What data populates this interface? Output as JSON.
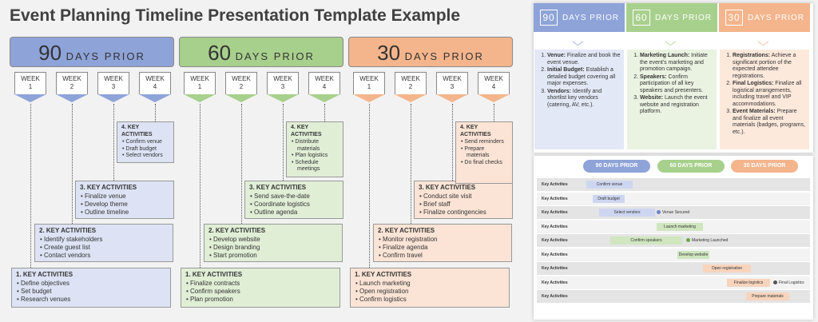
{
  "title": "Event Planning Timeline Presentation Template Example",
  "phases": [
    {
      "num": "90",
      "label": "DAYS PRIOR",
      "color": "#8ea3d8"
    },
    {
      "num": "60",
      "label": "DAYS PRIOR",
      "color": "#a8d08d"
    },
    {
      "num": "30",
      "label": "DAYS PRIOR",
      "color": "#f4b58c"
    }
  ],
  "week_word": "WEEK",
  "cards": {
    "p90": [
      {
        "title": "1. KEY ACTIVITIES",
        "items": [
          "Define objectives",
          "Set budget",
          "Research venues"
        ]
      },
      {
        "title": "2. KEY ACTIVITIES",
        "items": [
          "Identify stakeholders",
          "Create guest list",
          "Contact vendors"
        ]
      },
      {
        "title": "3. KEY ACTIVITIES",
        "items": [
          "Finalize venue",
          "Develop theme",
          "Outline timeline"
        ]
      },
      {
        "title": "4. KEY ACTIVITIES",
        "items": [
          "Confirm venue",
          "Draft budget",
          "Select vendors"
        ]
      }
    ],
    "p60": [
      {
        "title": "1. KEY ACTIVITIES",
        "items": [
          "Finalize contracts",
          "Confirm speakers",
          "Plan promotion"
        ]
      },
      {
        "title": "2. KEY ACTIVITIES",
        "items": [
          "Develop website",
          "Design branding",
          "Start promotion"
        ]
      },
      {
        "title": "3. KEY ACTIVITIES",
        "items": [
          "Send save-the-date",
          "Coordinate logistics",
          "Outline agenda"
        ]
      },
      {
        "title": "4. KEY ACTIVITIES",
        "items": [
          "Distribute materials",
          "Plan logistics",
          "Schedule meetings"
        ]
      }
    ],
    "p30": [
      {
        "title": "1. KEY ACTIVITIES",
        "items": [
          "Launch marketing",
          "Open registration",
          "Confirm logistics"
        ]
      },
      {
        "title": "2. KEY ACTIVITIES",
        "items": [
          "Monitor registration",
          "Finalize agenda",
          "Confirm travel"
        ]
      },
      {
        "title": "3. KEY ACTIVITIES",
        "items": [
          "Conduct site visit",
          "Brief staff",
          "Finalize contingencies"
        ]
      },
      {
        "title": "4. KEY ACTIVITIES",
        "items": [
          "Send reminders",
          "Prepare materials",
          "Do final checks"
        ]
      }
    ]
  },
  "right_top": {
    "headers": [
      {
        "num": "90",
        "label": "DAYS PRIOR",
        "color": "#8ea3d8"
      },
      {
        "num": "60",
        "label": "DAYS PRIOR",
        "color": "#a8d08d"
      },
      {
        "num": "30",
        "label": "DAYS PRIOR",
        "color": "#f4b58c"
      }
    ],
    "cols": [
      [
        {
          "b": "Venue:",
          "t": " Finalize and book the event venue."
        },
        {
          "b": "Initial Budget:",
          "t": " Establish a detailed budget covering all major expenses."
        },
        {
          "b": "Vendors:",
          "t": " Identify and shortlist key vendors (catering, AV, etc.)."
        }
      ],
      [
        {
          "b": "Marketing Launch:",
          "t": " Initiate the event's marketing and promotion campaign."
        },
        {
          "b": "Speakers:",
          "t": " Confirm participation of all key speakers and presenters."
        },
        {
          "b": "Website:",
          "t": " Launch the event website and registration platform."
        }
      ],
      [
        {
          "b": "Registrations:",
          "t": " Achieve a significant portion of the expected attendee registrations."
        },
        {
          "b": "Final Logistics:",
          "t": " Finalize all logistical arrangements, including travel and VIP accommodations."
        },
        {
          "b": "Event Materials:",
          "t": " Prepare and finalize all event materials (badges, programs, etc.)."
        }
      ]
    ]
  },
  "right_bottom": {
    "headers": [
      "90 DAYS PRIOR",
      "60 DAYS PRIOR",
      "30 DAYS PRIOR"
    ],
    "row_label": "Key Activities",
    "bars": [
      {
        "text": "Confirm venue",
        "color": "#cdd6f0"
      },
      {
        "text": "Draft budget",
        "color": "#cdd6f0"
      },
      {
        "text": "Select vendors",
        "color": "#cdd6f0",
        "marker": "Venue Secured",
        "mcolor": "#6c83c7"
      },
      {
        "text": "Launch marketing",
        "color": "#cfe6c0"
      },
      {
        "text": "Confirm speakers",
        "color": "#cfe6c0",
        "marker": "Marketing Launched",
        "mcolor": "#6aaa4a"
      },
      {
        "text": "Develop website",
        "color": "#cfe6c0"
      },
      {
        "text": "Open registration",
        "color": "#f8d4bd"
      },
      {
        "text": "Finalize logistics",
        "color": "#f8d4bd",
        "marker": "Final Logistics",
        "mcolor": "#555555"
      },
      {
        "text": "Prepare materials",
        "color": "#f8d4bd"
      }
    ]
  }
}
